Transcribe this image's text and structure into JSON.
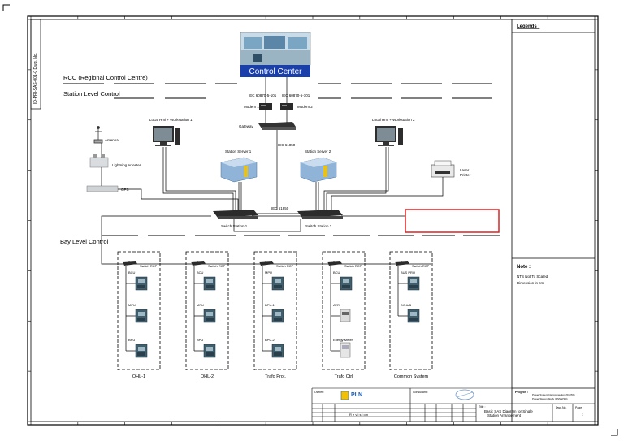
{
  "control_center": "Control Center",
  "levels": {
    "rcc": "RCC (Regional Control Centre)",
    "station": "Station Level Control",
    "bay": "Bay Level Control"
  },
  "modems": {
    "modem1": "Modem 1",
    "modem2": "Modem 2",
    "proto1": "IEC 60870-5-101",
    "proto2": "IEC 60870-5-101",
    "gateway": "Gateway",
    "iec_gw": "IEC 61850"
  },
  "station": {
    "hmi1": "Local Hmi + Workstation 1",
    "hmi2": "Local Hmi + Workstation 2",
    "server1": "Station Server 1",
    "server2": "Station Server 2",
    "antenna": "Antenna",
    "arrester": "Lightning Arrester",
    "gps": "GPS",
    "printer": "Laser Printer",
    "switch1": "Switch Station 1",
    "switch2": "Switch Station 2",
    "iec_bus": "IEC 61850"
  },
  "bays": [
    {
      "name": "OHL-1",
      "switch": "Switch RCP",
      "devices": [
        "BCU",
        "MPU",
        "BPU"
      ]
    },
    {
      "name": "OHL-2",
      "switch": "Switch RCP",
      "devices": [
        "BCU",
        "MPU",
        "BPU"
      ]
    },
    {
      "name": "Trafo Prot.",
      "switch": "Switch RCP",
      "devices": [
        "MPU",
        "BPU-1",
        "BPU-2"
      ]
    },
    {
      "name": "Trafo Ctrl",
      "switch": "Switch RCP",
      "devices": [
        "BCU",
        "AVR",
        "Energy Meter"
      ]
    },
    {
      "name": "Common System",
      "switch": "Switch RCP",
      "devices": [
        "BUS PRO",
        "DC A/B"
      ]
    }
  ],
  "legend_title": "Legends :",
  "note": {
    "title": "Note :",
    "lines": [
      "NTS    Not To Scaled",
      "Dimension in cm"
    ]
  },
  "title_block": {
    "owner_label": "Owner :",
    "owner": "PLN",
    "consultant_label": "Consultant :",
    "project_label": "Project :",
    "project_lines": [
      "Power System Interconnection (ID-PRI)",
      "Power Station Study (PSS 2/3/4)"
    ],
    "title_label": "Title :",
    "title_lines": [
      "Basic SAS Diagram for Single",
      "Station Arrangement"
    ],
    "dwg_label": "Dwg.No.",
    "page_label": "Page",
    "page": "1",
    "revision": "R e v i s i o n"
  },
  "side_text": "ID-PRI-SAS-001-0   Dwg. No.",
  "colors": {
    "banner": "#1a3fa8",
    "highlight": "#e02020",
    "device": "#3f5f6f",
    "server": "#8fb4d8"
  }
}
